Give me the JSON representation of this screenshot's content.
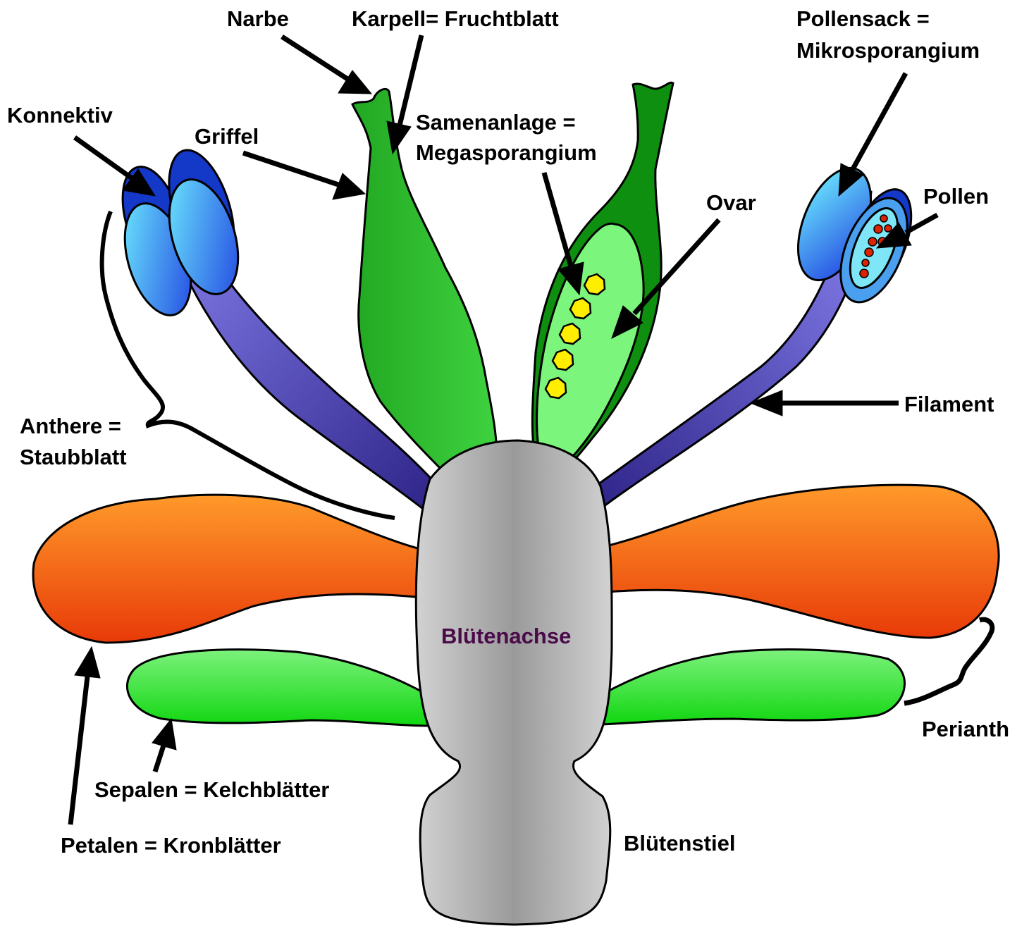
{
  "labels": {
    "narbe": "Narbe",
    "karpell": "Karpell= Fruchtblatt",
    "pollensack_1": "Pollensack =",
    "pollensack_2": "Mikrosporangium",
    "konnektiv": "Konnektiv",
    "griffel": "Griffel",
    "samenanlage_1": "Samenanlage =",
    "samenanlage_2": "Megasporangium",
    "ovar": "Ovar",
    "pollen": "Pollen",
    "filament": "Filament",
    "anthere_1": "Anthere =",
    "anthere_2": "Staubblatt",
    "bluetenachse": "Blütenachse",
    "perianth": "Perianth",
    "sepalen": "Sepalen = Kelchblätter",
    "petalen": "Petalen = Kronblätter",
    "bluetenstiel": "Blütenstiel"
  },
  "colors": {
    "carpel_green": "#1fae1f",
    "carpel_dark_green": "#0f8f0f",
    "ovary_light_green": "#7cf57c",
    "ovule_yellow": "#ffee00",
    "filament_blue": "#5548b8",
    "anther_blue": "#4aa0ee",
    "petal_orange": "#f26a1a",
    "sepal_green": "#33ee33",
    "receptacle_gray": "#a8a8a8",
    "pollen_red": "#dd2200",
    "center_label": "#4a0a4a"
  }
}
